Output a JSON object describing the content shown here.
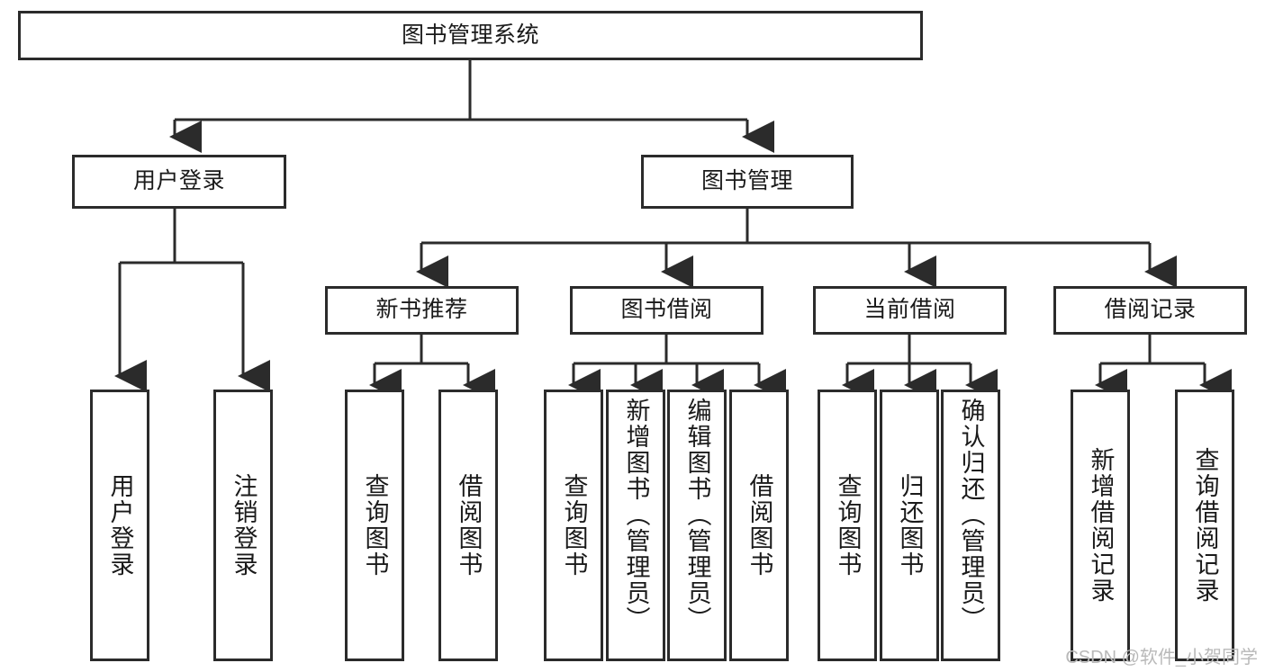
{
  "diagram": {
    "type": "tree-hierarchy",
    "title_node": {
      "id": "root",
      "label": "图书管理系统"
    },
    "level2": [
      {
        "id": "user-login",
        "label": "用户登录"
      },
      {
        "id": "book-management",
        "label": "图书管理"
      }
    ],
    "level3": [
      {
        "id": "new-book-recommend",
        "label": "新书推荐",
        "parent": "book-management"
      },
      {
        "id": "book-borrow",
        "label": "图书借阅",
        "parent": "book-management"
      },
      {
        "id": "current-borrow",
        "label": "当前借阅",
        "parent": "book-management"
      },
      {
        "id": "borrow-record",
        "label": "借阅记录",
        "parent": "book-management"
      }
    ],
    "leaves": {
      "user_login": [
        {
          "id": "leaf-user-login",
          "label": "用户登录"
        },
        {
          "id": "leaf-user-logout",
          "label": "注销登录"
        }
      ],
      "new_book_recommend": [
        {
          "id": "leaf-query-book-1",
          "label": "查询图书"
        },
        {
          "id": "leaf-borrow-book-1",
          "label": "借阅图书"
        }
      ],
      "book_borrow": [
        {
          "id": "leaf-query-book-2",
          "label": "查询图书"
        },
        {
          "id": "leaf-add-book",
          "label": "新增图书（管理员）"
        },
        {
          "id": "leaf-edit-book",
          "label": "编辑图书（管理员）"
        },
        {
          "id": "leaf-borrow-book-2",
          "label": "借阅图书"
        }
      ],
      "current_borrow": [
        {
          "id": "leaf-query-book-3",
          "label": "查询图书"
        },
        {
          "id": "leaf-return-book",
          "label": "归还图书"
        },
        {
          "id": "leaf-confirm-return",
          "label": "确认归还（管理员）"
        }
      ],
      "borrow_record": [
        {
          "id": "leaf-add-record",
          "label": "新增借阅记录"
        },
        {
          "id": "leaf-query-record",
          "label": "查询借阅记录"
        }
      ]
    },
    "colors": {
      "stroke": "#2b2b2b",
      "fill": "#ffffff",
      "text": "#1a1a1a",
      "watermark": "#b9b9b9"
    }
  },
  "watermark": {
    "text": "CSDN @软件_小贺同学"
  }
}
